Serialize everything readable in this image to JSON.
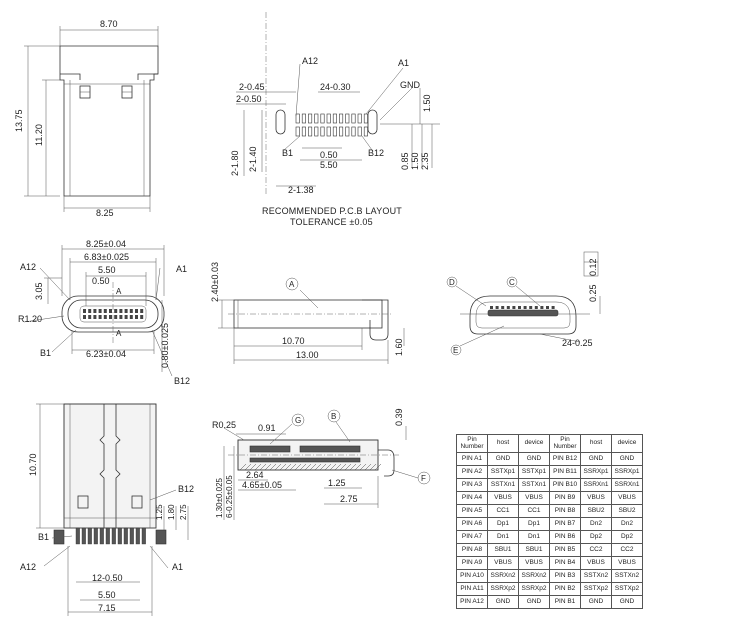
{
  "diagram": {
    "top_view": {
      "width_top": "8.70",
      "height_total": "13.75",
      "height_body": "11.20",
      "width_bottom": "8.25"
    },
    "pcb_layout": {
      "labels": [
        "A12",
        "A1",
        "GND",
        "B1",
        "B12"
      ],
      "dims": [
        "2-0.45",
        "2-0.50",
        "24-0.30",
        "1.50",
        "0.50",
        "5.50",
        "2-1.80",
        "2-1.40",
        "2-1.38",
        "0.85",
        "1.50",
        "2.35"
      ],
      "caption_line1": "RECOMMENDED P.C.B LAYOUT",
      "caption_line2": "TOLERANCE ±0.05"
    },
    "front_view": {
      "labels": [
        "A12",
        "A1",
        "B1",
        "B12",
        "A",
        "A"
      ],
      "dims": [
        "8.25±0.04",
        "6.83±0.025",
        "5.50",
        "0.50",
        "3.05",
        "R1.20",
        "6.23±0.04",
        "0.80±0.025"
      ]
    },
    "side_view": {
      "dims": [
        "2.40±0.03",
        "10.70",
        "13.00",
        "1.60"
      ],
      "callout": "A"
    },
    "detail_view": {
      "callouts": [
        "D",
        "C",
        "E"
      ],
      "dims": [
        "0.12",
        "0.25",
        "24-0.25"
      ]
    },
    "bottom_view": {
      "labels": [
        "B12",
        "B1",
        "A12",
        "A1"
      ],
      "dims": [
        "10.70",
        "1.25",
        "1.80",
        "2.75",
        "12-0.50",
        "5.50",
        "7.15"
      ]
    },
    "section_view": {
      "callouts": [
        "G",
        "B",
        "F"
      ],
      "dims": [
        "R0.25",
        "0.91",
        "0.39",
        "2.64",
        "4.65±0.05",
        "1.25",
        "2.75",
        "1.30±0.025",
        "6-0.25±0.05"
      ]
    }
  },
  "pin_table": {
    "headers": [
      "Pin Number",
      "host",
      "device",
      "Pin Number",
      "host",
      "device"
    ],
    "rows": [
      [
        "PIN A1",
        "GND",
        "GND",
        "PIN B12",
        "GND",
        "GND"
      ],
      [
        "PIN A2",
        "SSTXp1",
        "SSTXp1",
        "PIN B11",
        "SSRXp1",
        "SSRXp1"
      ],
      [
        "PIN A3",
        "SSTXn1",
        "SSTXn1",
        "PIN B10",
        "SSRXn1",
        "SSRXn1"
      ],
      [
        "PIN A4",
        "VBUS",
        "VBUS",
        "PIN B9",
        "VBUS",
        "VBUS"
      ],
      [
        "PIN A5",
        "CC1",
        "CC1",
        "PIN B8",
        "SBU2",
        "SBU2"
      ],
      [
        "PIN A6",
        "Dp1",
        "Dp1",
        "PIN B7",
        "Dn2",
        "Dn2"
      ],
      [
        "PIN A7",
        "Dn1",
        "Dn1",
        "PIN B6",
        "Dp2",
        "Dp2"
      ],
      [
        "PIN A8",
        "SBU1",
        "SBU1",
        "PIN B5",
        "CC2",
        "CC2"
      ],
      [
        "PIN A9",
        "VBUS",
        "VBUS",
        "PIN B4",
        "VBUS",
        "VBUS"
      ],
      [
        "PIN A10",
        "SSRXn2",
        "SSRXn2",
        "PIN B3",
        "SSTXn2",
        "SSTXn2"
      ],
      [
        "PIN A11",
        "SSRXp2",
        "SSRXp2",
        "PIN B2",
        "SSTXp2",
        "SSTXp2"
      ],
      [
        "PIN A12",
        "GND",
        "GND",
        "PIN B1",
        "GND",
        "GND"
      ]
    ]
  }
}
